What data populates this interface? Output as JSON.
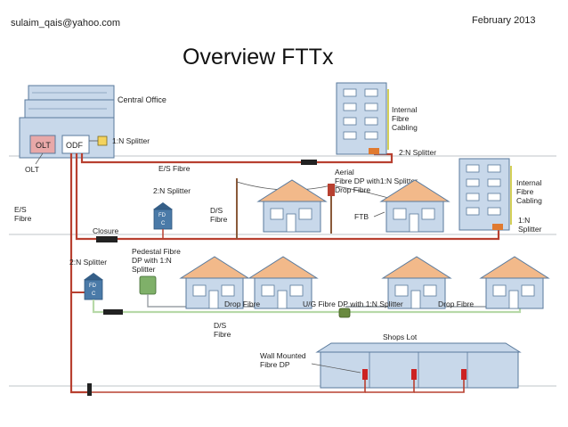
{
  "header": {
    "email": "sulaim_qais@yahoo.com",
    "date": "February 2013",
    "title": "Overview FTTx"
  },
  "diagram": {
    "central_office": "Central Office",
    "olt_box": "OLT",
    "odf_box": "ODF",
    "olt_label": "OLT",
    "splitter_1n": "1:N Splitter",
    "es_fibre_top": "E/S Fibre",
    "es_fibre_left_1": "E/S",
    "es_fibre_left_2": "Fibre",
    "closure": "Closure",
    "splitter_2n_mid": "2:N Splitter",
    "fdc_1_a": "FD",
    "fdc_1_b": "C",
    "ds_fibre_mid_1": "D/S",
    "ds_fibre_mid_2": "Fibre",
    "aerial_1": "Aerial",
    "aerial_2": "Fibre DP with1:N Splitter",
    "aerial_3": "Drop Fibre",
    "ftb": "FTB",
    "internal_1_a": "Internal",
    "internal_1_b": "Fibre",
    "internal_1_c": "Cabling",
    "splitter_2n_top": "2:N Splitter",
    "internal_2_a": "Internal",
    "internal_2_b": "Fibre",
    "internal_2_c": "Cabling",
    "splitter_1n_right_a": "1:N",
    "splitter_1n_right_b": "Splitter",
    "splitter_2n_left": "2:N Splitter",
    "fdc_2_a": "FD",
    "fdc_2_b": "C",
    "pedestal_1": "Pedestal Fibre",
    "pedestal_2": "DP with 1:N",
    "pedestal_3": "Splitter",
    "drop_fibre_1": "Drop Fibre",
    "ug_fibre": "U/G Fibre DP with 1:N Splitter",
    "drop_fibre_2": "Drop Fibre",
    "ds_fibre_bot_1": "D/S",
    "ds_fibre_bot_2": "Fibre",
    "shops_lot": "Shops Lot",
    "wall_1": "Wall Mounted",
    "wall_2": "Fibre DP"
  },
  "colors": {
    "building": "#c8d8ea",
    "building_stroke": "#5a7a9c",
    "window": "#ffffff",
    "house_roof": "#f2b98a",
    "fibre_red": "#b84030",
    "cable_grey": "#9aa0a6",
    "cable_green": "#b7d9a8",
    "fdc": "#4a7aa8",
    "olt": "#e8a8a8",
    "yellow": "#f4d35e",
    "black_closure": "#222222"
  }
}
